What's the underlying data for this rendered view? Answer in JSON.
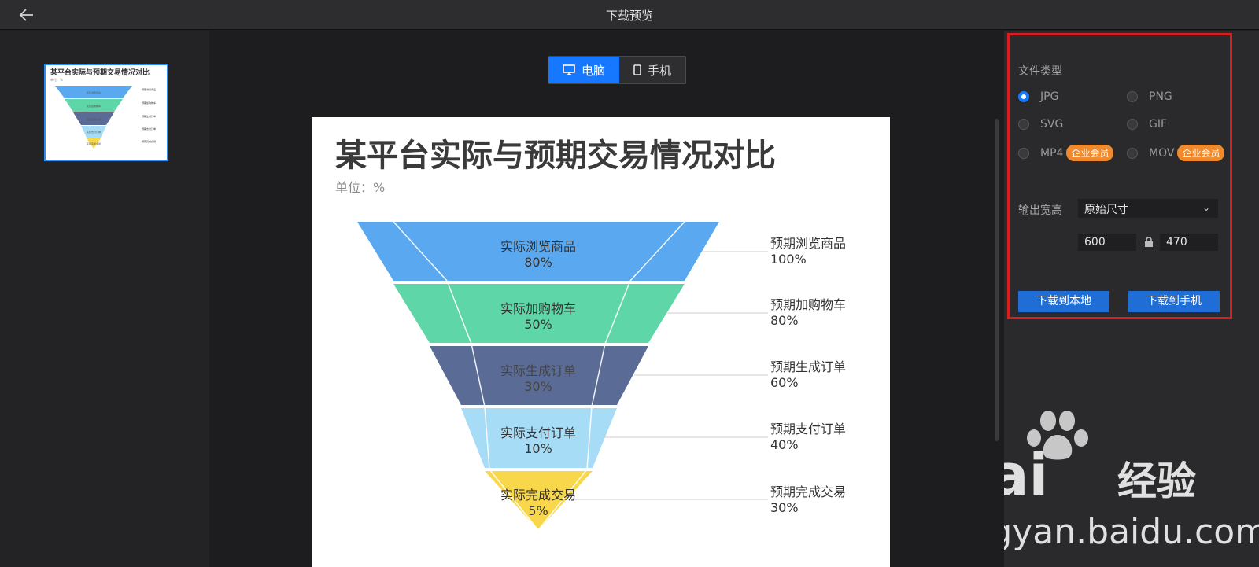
{
  "topbar": {
    "title": "下载预览"
  },
  "device_toggle": {
    "pc_label": "电脑",
    "mobile_label": "手机"
  },
  "chart": {
    "title": "某平台实际与预期交易情况对比",
    "unit": "单位：%",
    "actual": [
      {
        "name": "实际浏览商品",
        "value": "80%",
        "color": "#5aa8f0"
      },
      {
        "name": "实际加购物车",
        "value": "50%",
        "color": "#5ed6a7"
      },
      {
        "name": "实际生成订单",
        "value": "30%",
        "color": "#5a6b96"
      },
      {
        "name": "实际支付订单",
        "value": "10%",
        "color": "#a7dcf6"
      },
      {
        "name": "实际完成交易",
        "value": "5%",
        "color": "#f8d74a"
      }
    ],
    "expected": [
      {
        "name": "预期浏览商品",
        "value": "100%"
      },
      {
        "name": "预期加购物车",
        "value": "80%"
      },
      {
        "name": "预期生成订单",
        "value": "60%"
      },
      {
        "name": "预期支付订单",
        "value": "40%"
      },
      {
        "name": "预期完成交易",
        "value": "30%"
      }
    ]
  },
  "thumbnail": {
    "title": "某平台实际与预期交易情况对比",
    "unit": "单位：%",
    "actual": [
      "实际浏览商品",
      "实际加购物车",
      "实际生成订单",
      "实际支付订单",
      "实际完成交易"
    ],
    "expected": [
      "预期浏览商品",
      "预期加购物车",
      "预期生成订单",
      "预期支付订单",
      "预期完成交易"
    ]
  },
  "settings": {
    "file_type_label": "文件类型",
    "types": [
      {
        "label": "JPG",
        "checked": true,
        "badge": ""
      },
      {
        "label": "PNG",
        "checked": false,
        "badge": ""
      },
      {
        "label": "SVG",
        "checked": false,
        "badge": ""
      },
      {
        "label": "GIF",
        "checked": false,
        "badge": ""
      },
      {
        "label": "MP4",
        "checked": false,
        "badge": "企业会员"
      },
      {
        "label": "MOV",
        "checked": false,
        "badge": "企业会员"
      }
    ],
    "output_size_label": "输出宽高",
    "size_option": "原始尺寸",
    "width": "600",
    "height": "470",
    "download_local": "下载到本地",
    "download_mobile": "下载到手机"
  },
  "watermark": {
    "brand_left": "Bai",
    "brand_right": "经验",
    "url": "jingyan.baidu.com"
  }
}
